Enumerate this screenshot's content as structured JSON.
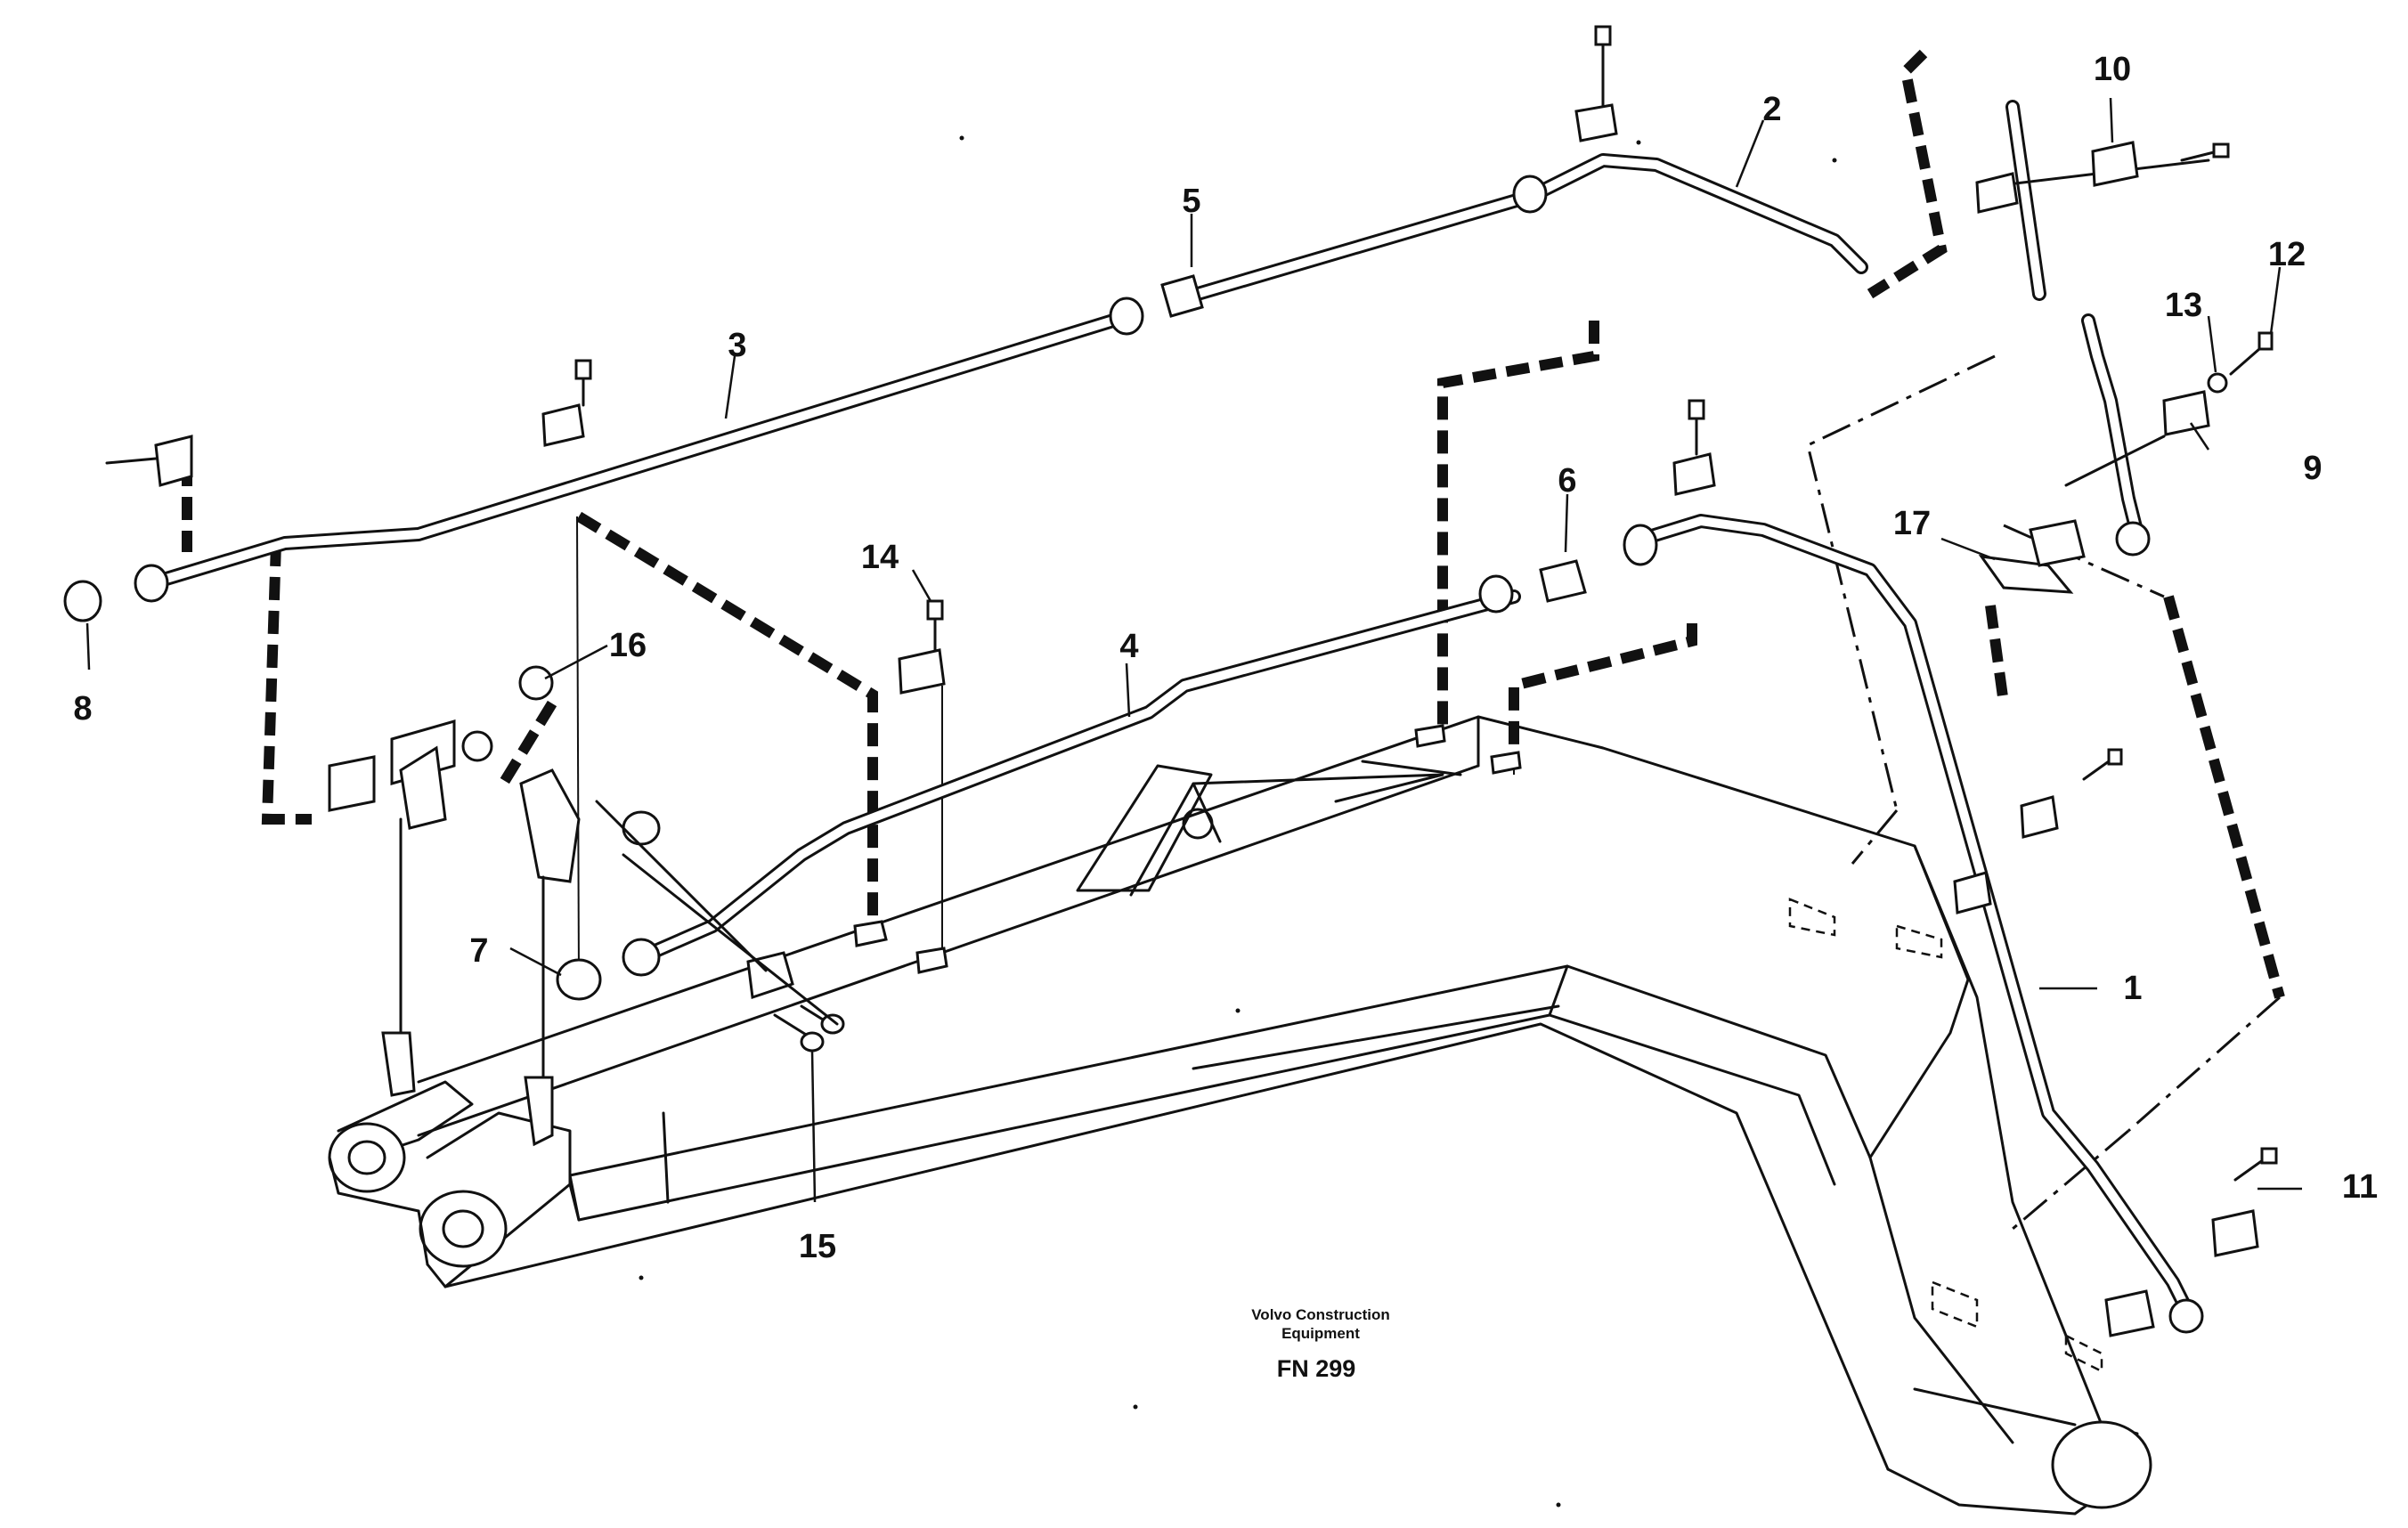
{
  "caption": {
    "line1": "Volvo Construction",
    "line2": "Equipment",
    "code": "FN 299"
  },
  "callouts": [
    "1",
    "2",
    "3",
    "4",
    "5",
    "6",
    "7",
    "8",
    "9",
    "10",
    "11",
    "12",
    "13",
    "14",
    "15",
    "16",
    "17"
  ],
  "colors": {
    "ink": "#111111",
    "paper": "#ffffff"
  }
}
